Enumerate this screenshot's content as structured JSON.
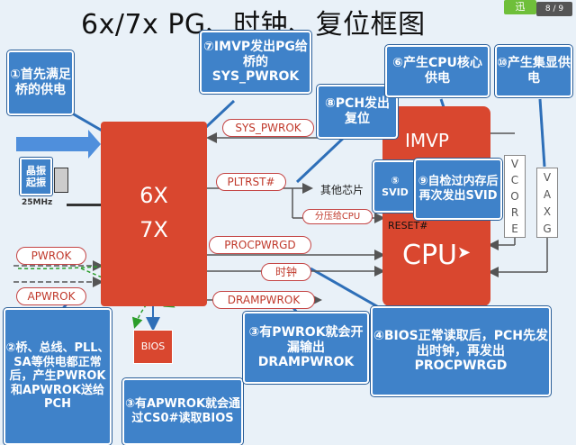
{
  "title": "6x/7x PG、时钟、复位框图",
  "page_indicator": "8 / 9",
  "colors": {
    "chip_red": "#d9472f",
    "callout_blue": "#3f82c9",
    "arrow_blue": "#4f8fdc",
    "pill_border": "#c44545"
  },
  "chips": {
    "pch_line1": "6X",
    "pch_line2": "7X",
    "imvp": "IMVP",
    "cpu": "CPU",
    "svid": "SVID",
    "bios": "BIOS",
    "reset": "RESET#",
    "crystal": "晶振起振",
    "crystal_freq": "25MHz"
  },
  "vrails": {
    "vcore": [
      "V",
      "C",
      "O",
      "R",
      "E"
    ],
    "vaxg": [
      "V",
      "A",
      "X",
      "G"
    ]
  },
  "signals": {
    "sys_pwrok": "SYS_PWROK",
    "pltrst": "PLTRST#",
    "other_chips": "其他芯片",
    "divider_cpu": "分压给CPU",
    "procpwrgd": "PROCPWRGD",
    "clock": "时钟",
    "drampwrok": "DRAMPWROK",
    "pwrok": "PWROK",
    "apwrok": "APWROK"
  },
  "callouts": {
    "c1": "①首先满足桥的供电",
    "c2": "②桥、总线、PLL、SA等供电都正常后，产生PWROK和APWROK送给PCH",
    "c3a": "③有PWROK就会开漏输出DRAMPWROK",
    "c3b": "③有APWROK就会通过CS0#读取BIOS",
    "c4": "④BIOS正常读取后，PCH先发出时钟，再发出PROCPWRGD",
    "c5": "⑤",
    "c6": "⑥产生CPU核心供电",
    "c7": "⑦IMVP发出PG给桥的SYS_PWROK",
    "c8": "⑧PCH发出复位",
    "c9": "⑨自检过内存后再次发出SVID",
    "c10": "⑩产生集显供电"
  }
}
